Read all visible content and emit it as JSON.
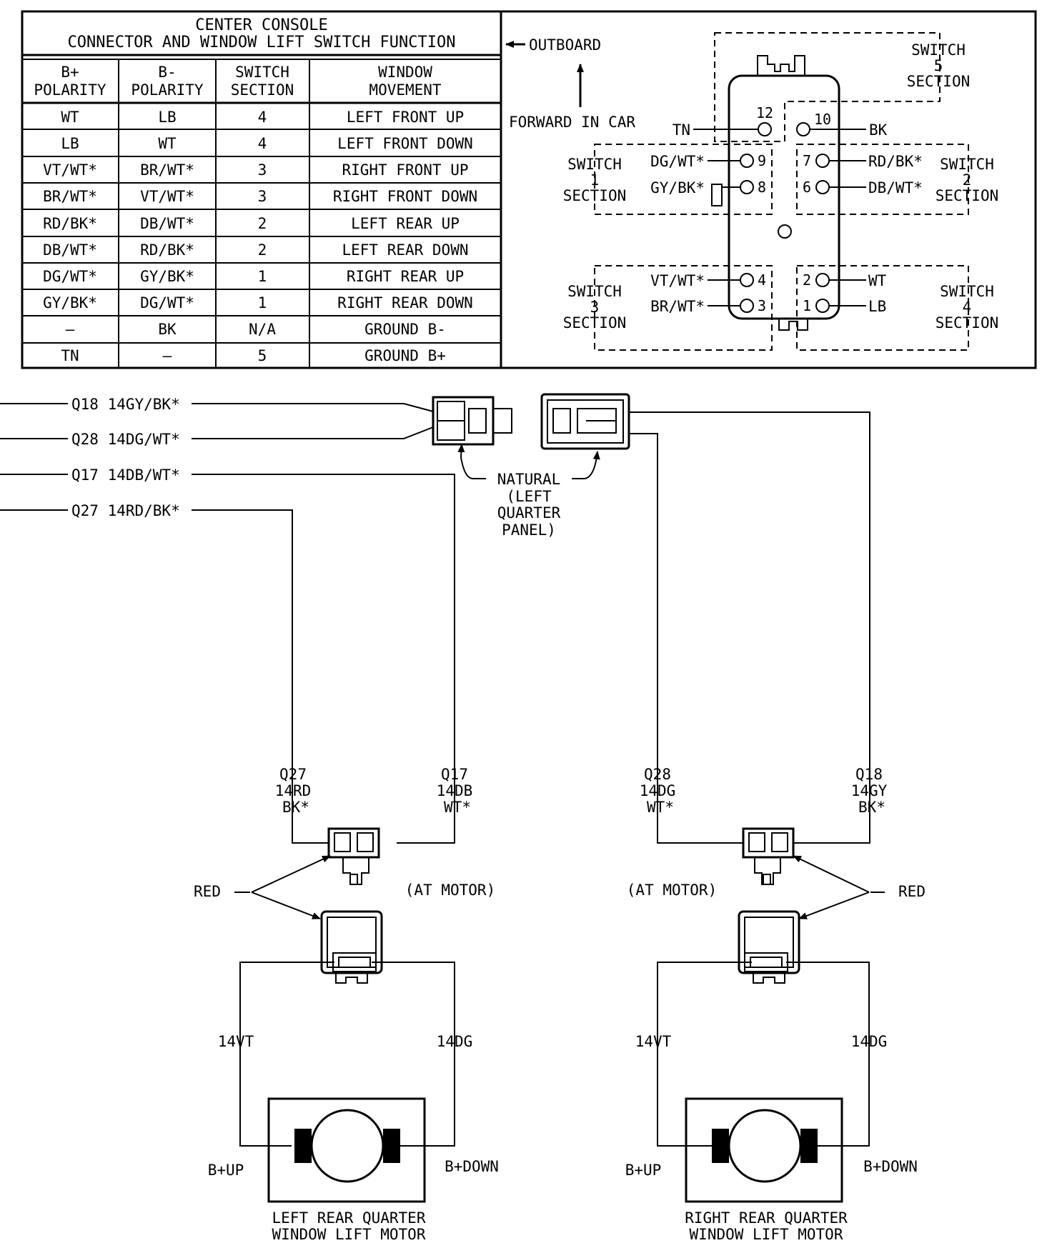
{
  "table": {
    "title1": "CENTER CONSOLE",
    "title2": "CONNECTOR AND WINDOW LIFT SWITCH FUNCTION",
    "headers": [
      [
        "B+",
        "POLARITY"
      ],
      [
        "B-",
        "POLARITY"
      ],
      [
        "SWITCH",
        "SECTION"
      ],
      [
        "WINDOW",
        "MOVEMENT"
      ]
    ],
    "rows": [
      [
        "WT",
        "LB",
        "4",
        "LEFT FRONT UP"
      ],
      [
        "LB",
        "WT",
        "4",
        "LEFT FRONT DOWN"
      ],
      [
        "VT/WT*",
        "BR/WT*",
        "3",
        "RIGHT FRONT UP"
      ],
      [
        "BR/WT*",
        "VT/WT*",
        "3",
        "RIGHT FRONT DOWN"
      ],
      [
        "RD/BK*",
        "DB/WT*",
        "2",
        "LEFT REAR UP"
      ],
      [
        "DB/WT*",
        "RD/BK*",
        "2",
        "LEFT REAR DOWN"
      ],
      [
        "DG/WT*",
        "GY/BK*",
        "1",
        "RIGHT REAR UP"
      ],
      [
        "GY/BK*",
        "DG/WT*",
        "1",
        "RIGHT REAR DOWN"
      ],
      [
        "—",
        "BK",
        "N/A",
        "GROUND B-"
      ],
      [
        "TN",
        "—",
        "5",
        "GROUND B+"
      ]
    ]
  },
  "connector_view": {
    "outboard": "OUTBOARD",
    "forward": "FORWARD IN CAR",
    "sections": {
      "s5": [
        "SWITCH",
        "5",
        "SECTION"
      ],
      "s1": [
        "SWITCH",
        "1",
        "SECTION"
      ],
      "s2": [
        "SWITCH",
        "2",
        "SECTION"
      ],
      "s3": [
        "SWITCH",
        "3",
        "SECTION"
      ],
      "s4": [
        "SWITCH",
        "4",
        "SECTION"
      ]
    },
    "pins": {
      "p12": "12",
      "p10": "10",
      "p9": "9",
      "p8": "8",
      "p7": "7",
      "p6": "6",
      "p4": "4",
      "p3": "3",
      "p2": "2",
      "p1": "1"
    },
    "wires": {
      "p12": "TN",
      "p10": "BK",
      "p9": "DG/WT*",
      "p8": "GY/BK*",
      "p7": "RD/BK*",
      "p6": "DB/WT*",
      "p4": "VT/WT*",
      "p3": "BR/WT*",
      "p2": "WT",
      "p1": "LB"
    }
  },
  "harness": {
    "circuits": [
      "Q18 14GY/BK*",
      "Q28 14DG/WT*",
      "Q17 14DB/WT*",
      "Q27 14RD/BK*"
    ],
    "natural_connector": [
      "NATURAL",
      "(LEFT",
      "QUARTER",
      "PANEL)"
    ],
    "left": {
      "wire_a": [
        "Q27",
        "14RD",
        "BK*"
      ],
      "wire_b": [
        "Q17",
        "14DB",
        "WT*"
      ],
      "at_motor": "(AT MOTOR)",
      "red": "RED",
      "motor_wire_a": "14VT",
      "motor_wire_b": "14DG",
      "up": "B+UP",
      "down": "B+DOWN",
      "motor_title": [
        "LEFT REAR QUARTER",
        "WINDOW LIFT MOTOR"
      ]
    },
    "right": {
      "wire_a": [
        "Q28",
        "14DG",
        "WT*"
      ],
      "wire_b": [
        "Q18",
        "14GY",
        "BK*"
      ],
      "at_motor": "(AT MOTOR)",
      "red": "RED",
      "motor_wire_a": "14VT",
      "motor_wire_b": "14DG",
      "up": "B+UP",
      "down": "B+DOWN",
      "motor_title": [
        "RIGHT REAR QUARTER",
        "WINDOW LIFT MOTOR"
      ]
    }
  }
}
